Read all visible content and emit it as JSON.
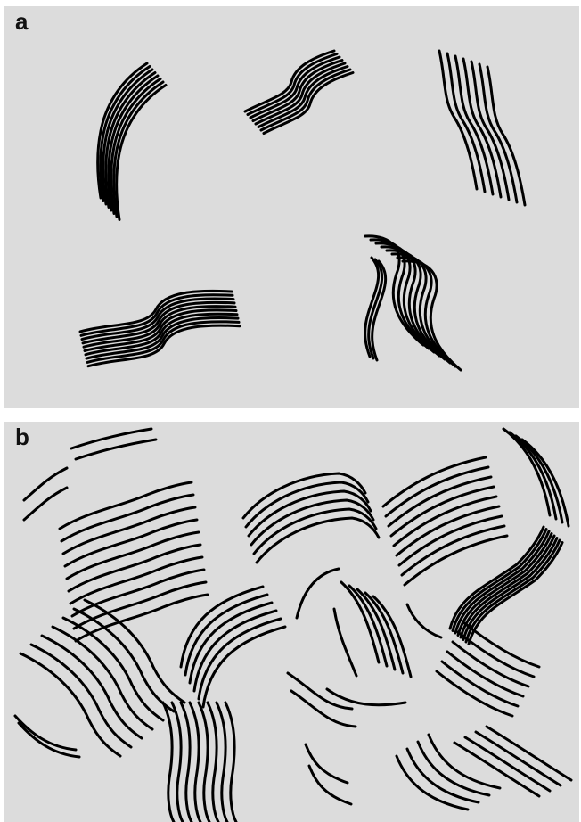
{
  "panels": [
    {
      "id": "a",
      "label": "a"
    },
    {
      "id": "b",
      "label": "b"
    }
  ],
  "stroke_color": "#000000",
  "background_color": "#dcdcdc"
}
